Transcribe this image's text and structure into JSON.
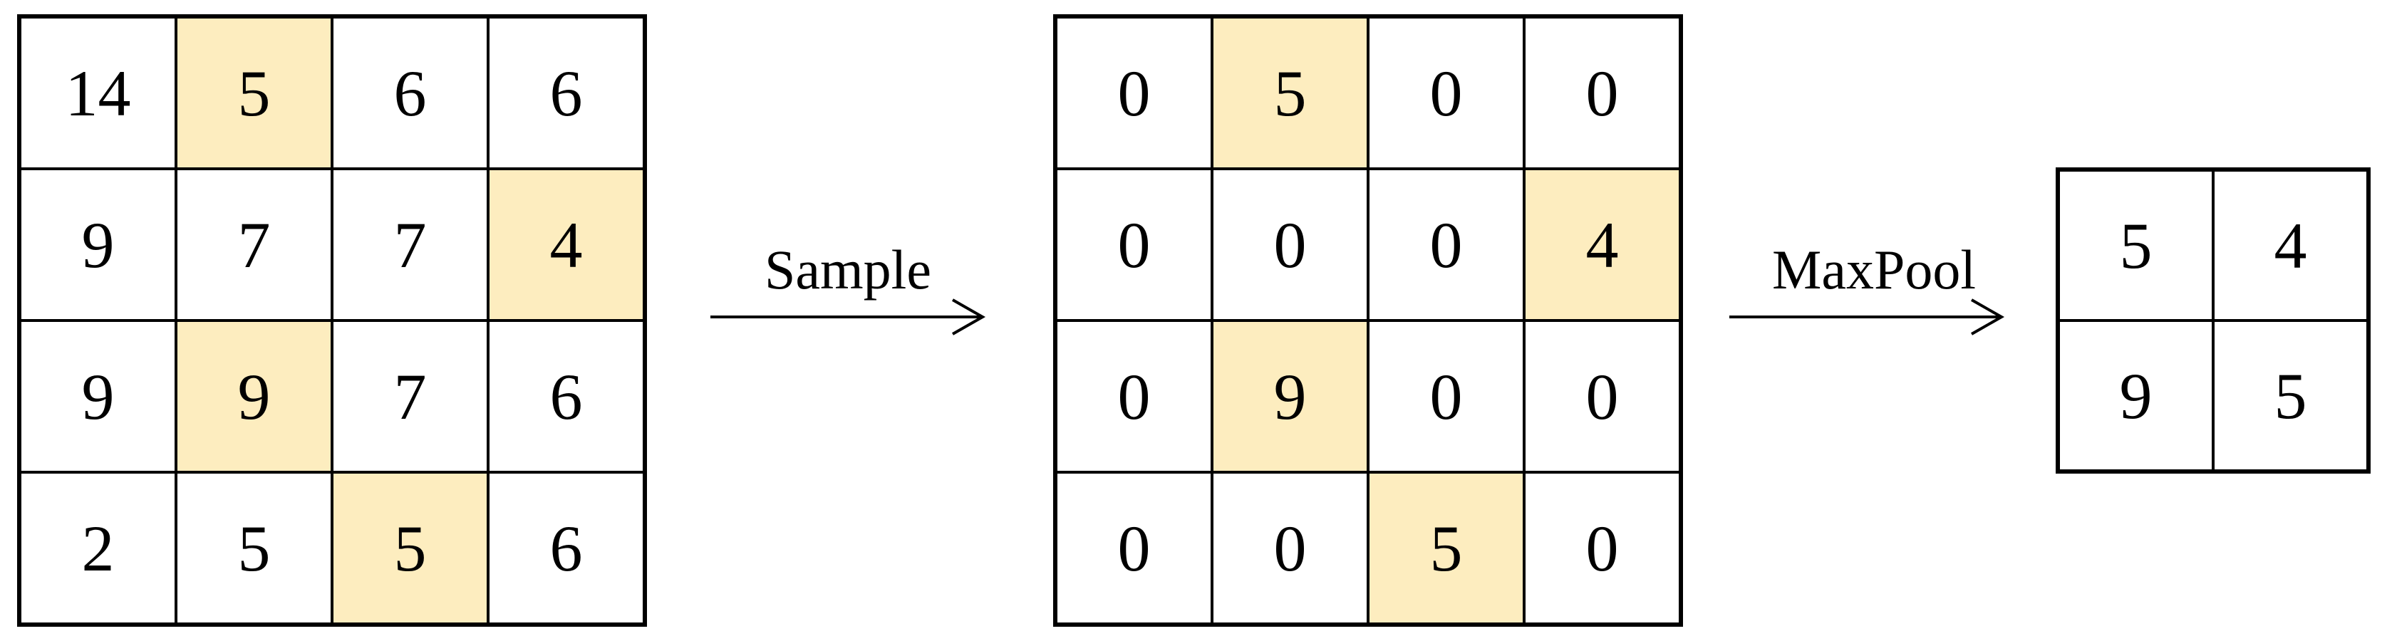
{
  "input_grid": {
    "cells": [
      {
        "value": "14",
        "highlight": false
      },
      {
        "value": "5",
        "highlight": true
      },
      {
        "value": "6",
        "highlight": false
      },
      {
        "value": "6",
        "highlight": false
      },
      {
        "value": "9",
        "highlight": false
      },
      {
        "value": "7",
        "highlight": false
      },
      {
        "value": "7",
        "highlight": false
      },
      {
        "value": "4",
        "highlight": true
      },
      {
        "value": "9",
        "highlight": false
      },
      {
        "value": "9",
        "highlight": true
      },
      {
        "value": "7",
        "highlight": false
      },
      {
        "value": "6",
        "highlight": false
      },
      {
        "value": "2",
        "highlight": false
      },
      {
        "value": "5",
        "highlight": false
      },
      {
        "value": "5",
        "highlight": true
      },
      {
        "value": "6",
        "highlight": false
      }
    ]
  },
  "sampled_grid": {
    "cells": [
      {
        "value": "0",
        "highlight": false
      },
      {
        "value": "5",
        "highlight": true
      },
      {
        "value": "0",
        "highlight": false
      },
      {
        "value": "0",
        "highlight": false
      },
      {
        "value": "0",
        "highlight": false
      },
      {
        "value": "0",
        "highlight": false
      },
      {
        "value": "0",
        "highlight": false
      },
      {
        "value": "4",
        "highlight": true
      },
      {
        "value": "0",
        "highlight": false
      },
      {
        "value": "9",
        "highlight": true
      },
      {
        "value": "0",
        "highlight": false
      },
      {
        "value": "0",
        "highlight": false
      },
      {
        "value": "0",
        "highlight": false
      },
      {
        "value": "0",
        "highlight": false
      },
      {
        "value": "5",
        "highlight": true
      },
      {
        "value": "0",
        "highlight": false
      }
    ]
  },
  "output_grid": {
    "cells": [
      {
        "value": "5",
        "highlight": false
      },
      {
        "value": "4",
        "highlight": false
      },
      {
        "value": "9",
        "highlight": false
      },
      {
        "value": "5",
        "highlight": false
      }
    ]
  },
  "arrows": {
    "sample_label": "Sample",
    "maxpool_label": "MaxPool"
  },
  "colors": {
    "highlight": "#fdedbf",
    "border": "#000000"
  }
}
